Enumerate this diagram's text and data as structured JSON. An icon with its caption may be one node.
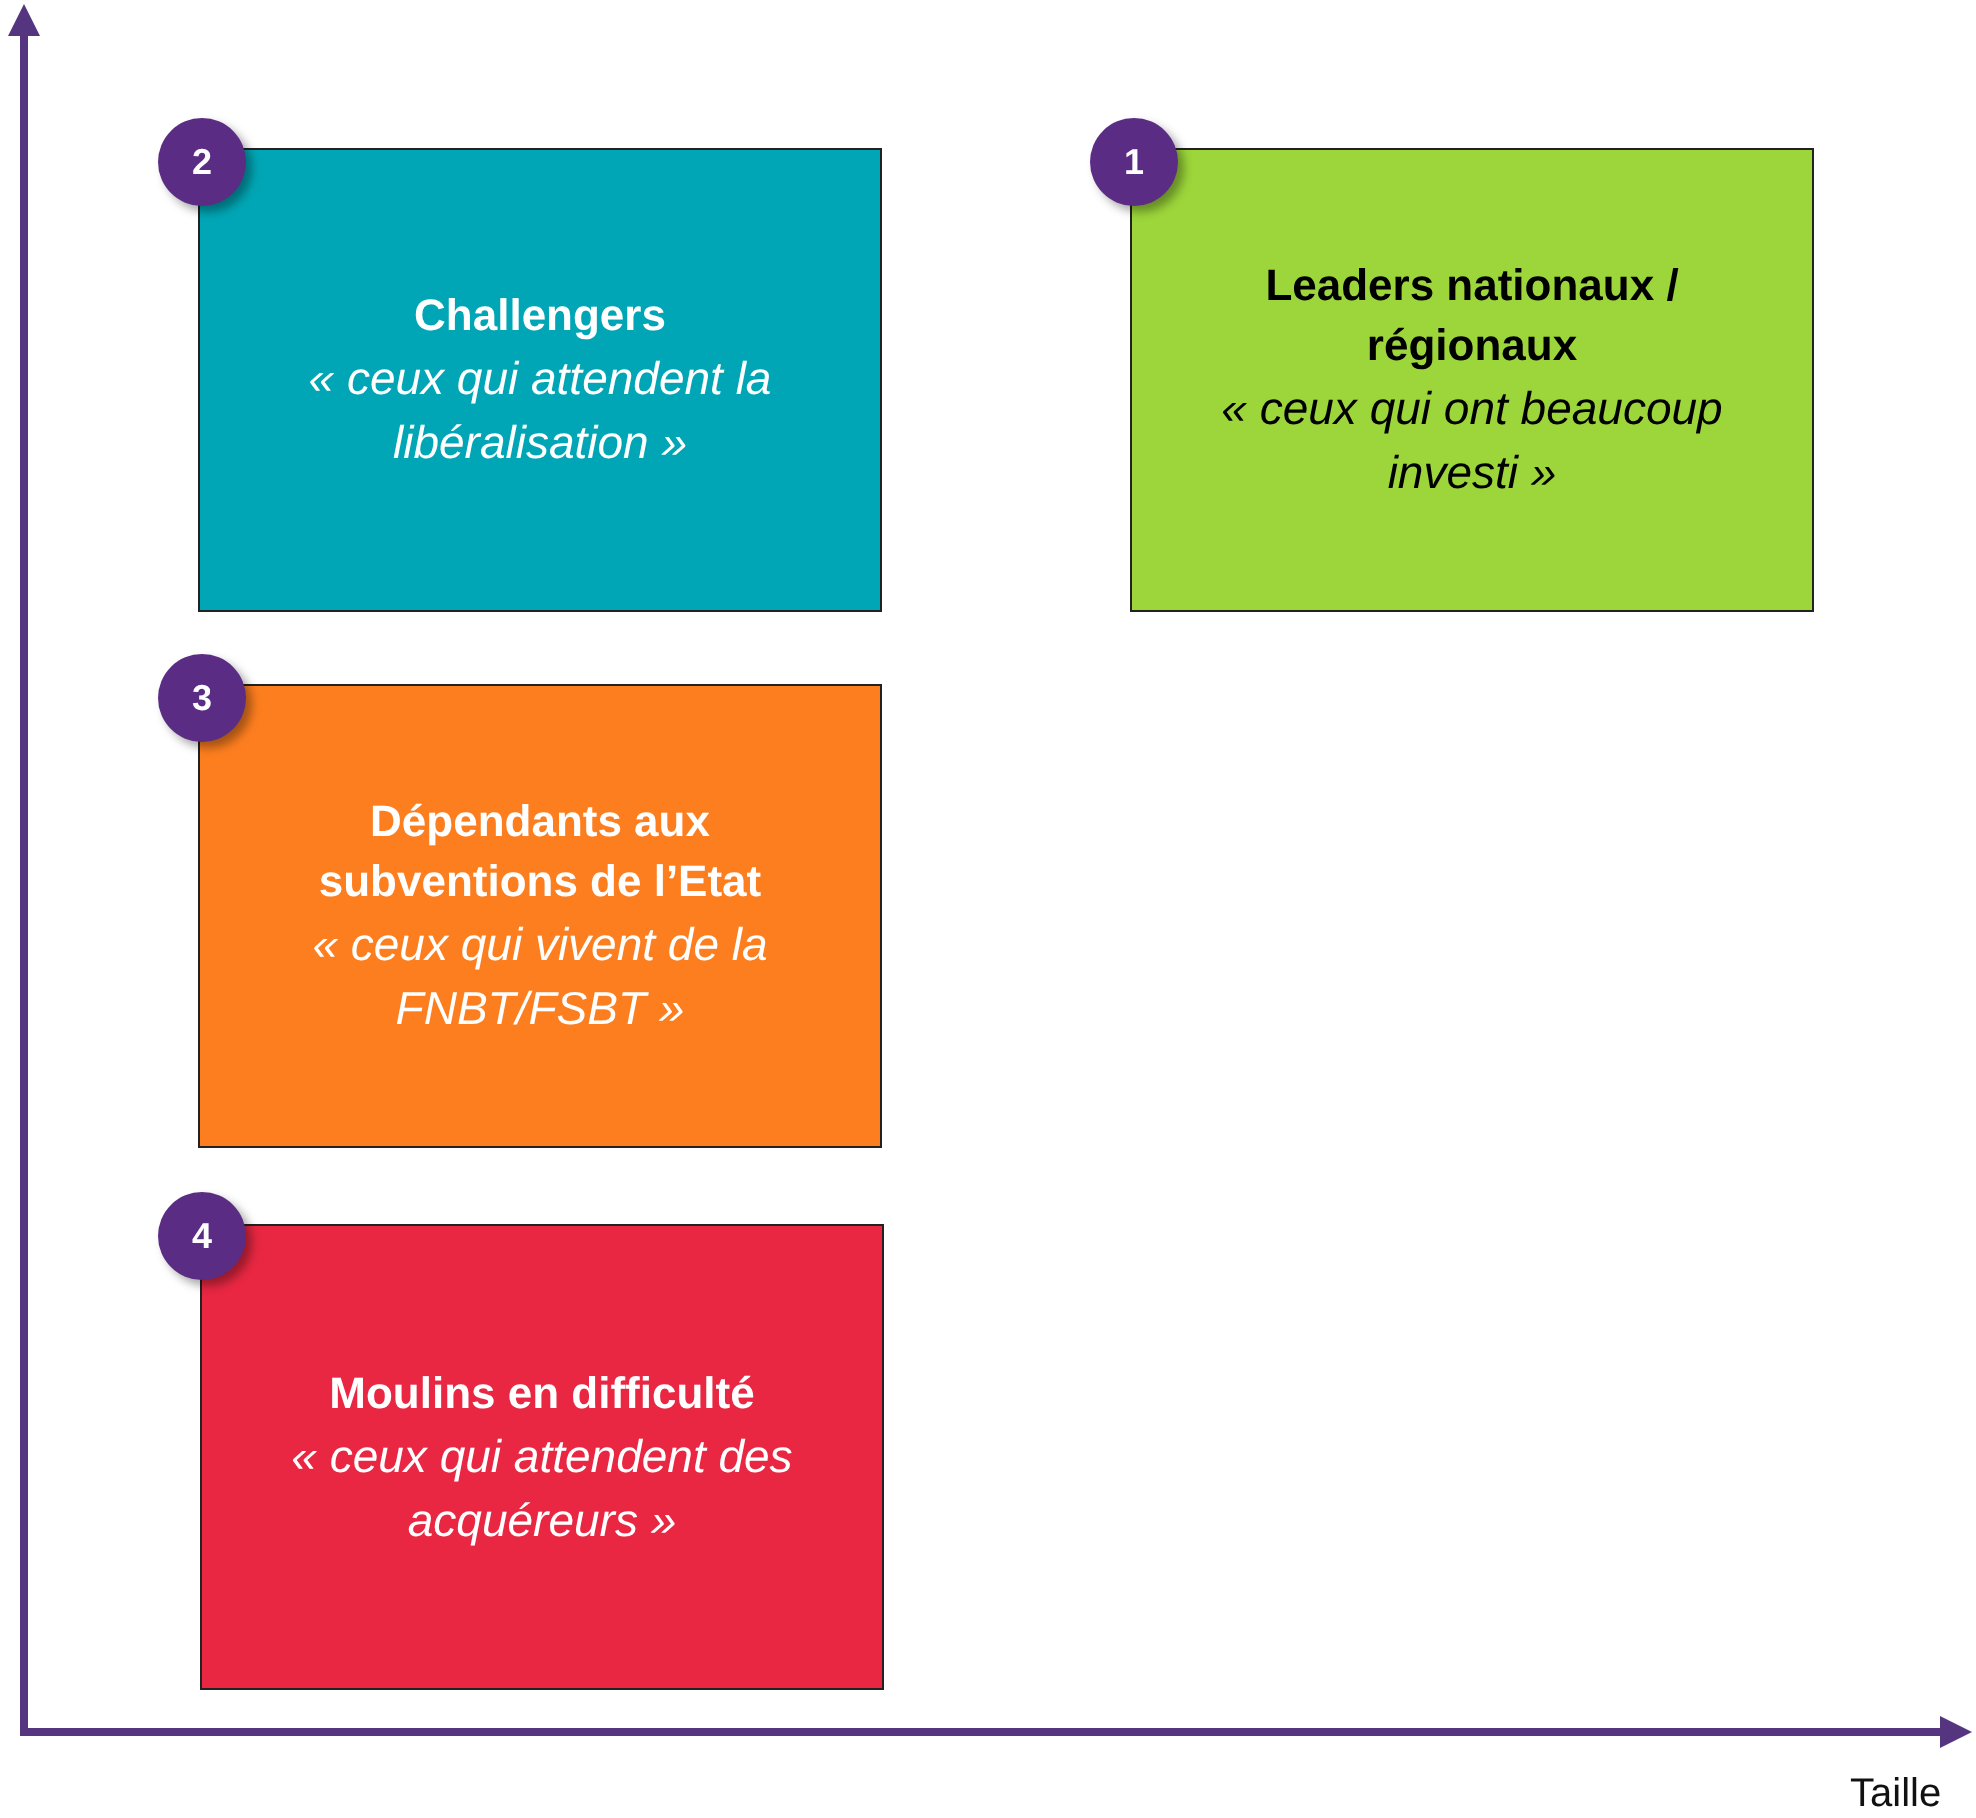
{
  "diagram": {
    "nodes": [
      {
        "text": [
          "2"
        ]
      },
      {
        "text": [
          "Challengers",
          "« ceux qui attendent la libéralisation »"
        ]
      },
      {
        "text": [
          "1"
        ]
      },
      {
        "text": [
          "Leaders nationaux / régionaux",
          "« ceux qui ont beaucoup investi »"
        ]
      },
      {
        "text": [
          "3"
        ]
      },
      {
        "text": [
          "Dépendants aux subventions de l’Etat",
          "« ceux qui vivent de la FNBT/FSBT »"
        ]
      },
      {
        "text": [
          "4"
        ]
      },
      {
        "text": [
          "Moulins en difficulté",
          "« ceux qui attendent des acquéreurs »"
        ]
      }
    ],
    "edges": [],
    "labels": [
      "Taille"
    ]
  }
}
